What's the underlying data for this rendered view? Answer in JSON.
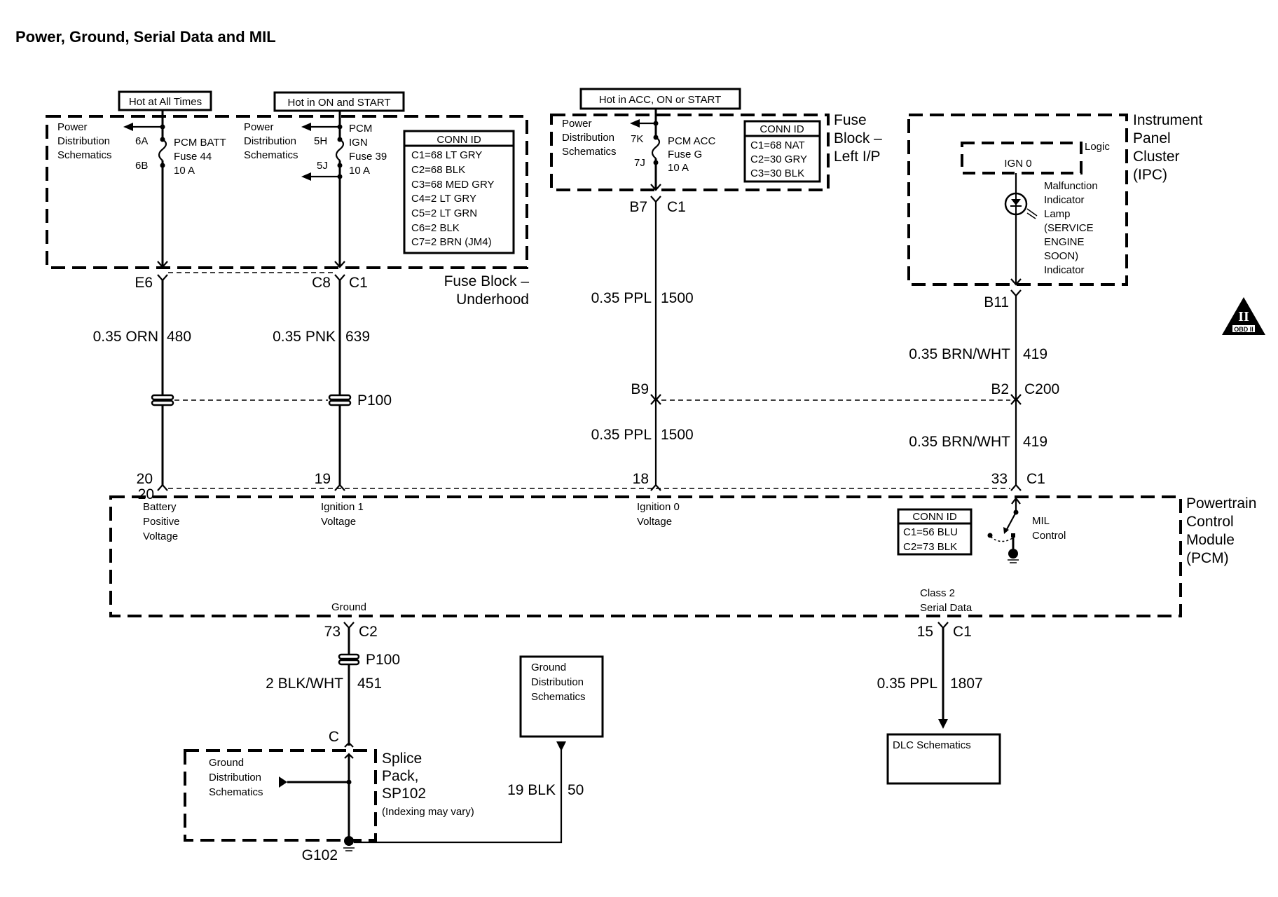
{
  "title": "Power, Ground, Serial Data and MIL",
  "hot_labels": {
    "all_times": "Hot at All Times",
    "on_start": "Hot in ON and START",
    "acc_on_start": "Hot in ACC, ON or START"
  },
  "fuse_block_underhood": {
    "name_line1": "Fuse Block –",
    "name_line2": "Underhood",
    "batt": {
      "pd_line1": "Power",
      "pd_line2": "Distribution",
      "pd_line3": "Schematics",
      "pin_in": "6A",
      "pin_out": "6B",
      "fuse_line1": "PCM BATT",
      "fuse_line2": "Fuse  44",
      "fuse_line3": "10 A"
    },
    "ign": {
      "pd_line1": "Power",
      "pd_line2": "Distribution",
      "pd_line3": "Schematics",
      "pin_in": "5H",
      "pin_out": "5J",
      "fuse_line1": "PCM",
      "fuse_line2": "IGN",
      "fuse_line3": "Fuse 39",
      "fuse_line4": "10 A"
    },
    "conn_id": {
      "header": "CONN ID",
      "rows": [
        "C1=68 LT GRY",
        "C2=68 BLK",
        "C3=68 MED GRY",
        "C4=2 LT GRY",
        "C5=2 LT GRN",
        "C6=2 BLK",
        "C7=2 BRN (JM4)"
      ]
    }
  },
  "fuse_block_left_ip": {
    "name_line1": "Fuse",
    "name_line2": "Block –",
    "name_line3": "Left I/P",
    "pd_line1": "Power",
    "pd_line2": "Distribution",
    "pd_line3": "Schematics",
    "pin_in": "7K",
    "pin_out": "7J",
    "fuse_line1": "PCM ACC",
    "fuse_line2": "Fuse G",
    "fuse_line3": "10 A",
    "conn_id": {
      "header": "CONN ID",
      "rows": [
        "C1=68 NAT",
        "C2=30 GRY",
        "C3=30 BLK"
      ]
    }
  },
  "ipc": {
    "name_line1": "Instrument",
    "name_line2": "Panel",
    "name_line3": "Cluster",
    "name_line4": "(IPC)",
    "logic_label": "Logic",
    "ign_label": "IGN 0",
    "lamp_lines": [
      "Malfunction",
      "Indicator",
      "Lamp",
      "(SERVICE",
      "ENGINE",
      "SOON)",
      "Indicator"
    ]
  },
  "obd_badge": {
    "numeral": "II",
    "text": "OBD II"
  },
  "circuits": {
    "batt": {
      "pin_top": "E6",
      "wire_color": "0.35 ORN",
      "circuit": "480",
      "pcm_pin": "20"
    },
    "ign1": {
      "pin_top": "C8",
      "conn_top": "C1",
      "wire_color": "0.35 PNK",
      "circuit": "639",
      "inline": "P100",
      "pcm_pin": "19"
    },
    "ign0": {
      "pin_top": "B7",
      "conn_top": "C1",
      "wire_color_upper": "0.35 PPL",
      "circuit_upper": "1500",
      "pin_mid": "B9",
      "wire_color_lower": "0.35 PPL",
      "circuit_lower": "1500",
      "pcm_pin": "18"
    },
    "mil": {
      "pin_top": "B11",
      "wire_color_upper": "0.35 BRN/WHT",
      "circuit_upper": "419",
      "pin_mid": "B2",
      "conn_mid": "C200",
      "wire_color_lower": "0.35 BRN/WHT",
      "circuit_lower": "419",
      "pcm_pin": "33",
      "pcm_conn": "C1"
    },
    "ground": {
      "pcm_pin": "73",
      "pcm_conn": "C2",
      "inline": "P100",
      "wire_color": "2 BLK/WHT",
      "circuit": "451",
      "splice_pin": "C"
    },
    "serial": {
      "pcm_pin": "15",
      "pcm_conn": "C1",
      "wire_color": "0.35 PPL",
      "circuit": "1807"
    },
    "ground2": {
      "wire_color": "19 BLK",
      "circuit": "50"
    }
  },
  "pcm": {
    "name_line1": "Powertrain",
    "name_line2": "Control",
    "name_line3": "Module",
    "name_line4": "(PCM)",
    "batt_label": [
      "Battery",
      "Positive",
      "Voltage"
    ],
    "ign1_label": [
      "Ignition 1",
      "Voltage"
    ],
    "ign0_label": [
      "Ignition 0",
      "Voltage"
    ],
    "ground_label": "Ground",
    "serial_label": [
      "Class 2",
      "Serial Data"
    ],
    "mil_label": [
      "MIL",
      "Control"
    ],
    "conn_id": {
      "header": "CONN ID",
      "rows": [
        "C1=56 BLU",
        "C2=73 BLK"
      ]
    }
  },
  "splice_pack": {
    "name_line1": "Splice",
    "name_line2": "Pack,",
    "name_line3": "SP102",
    "note": "(Indexing may vary)",
    "gd_lines": [
      "Ground",
      "Distribution",
      "Schematics"
    ],
    "ground_id": "G102"
  },
  "ground_dist_box": {
    "lines": [
      "Ground",
      "Distribution",
      "Schematics"
    ]
  },
  "dlc_box": {
    "label": "DLC Schematics"
  }
}
